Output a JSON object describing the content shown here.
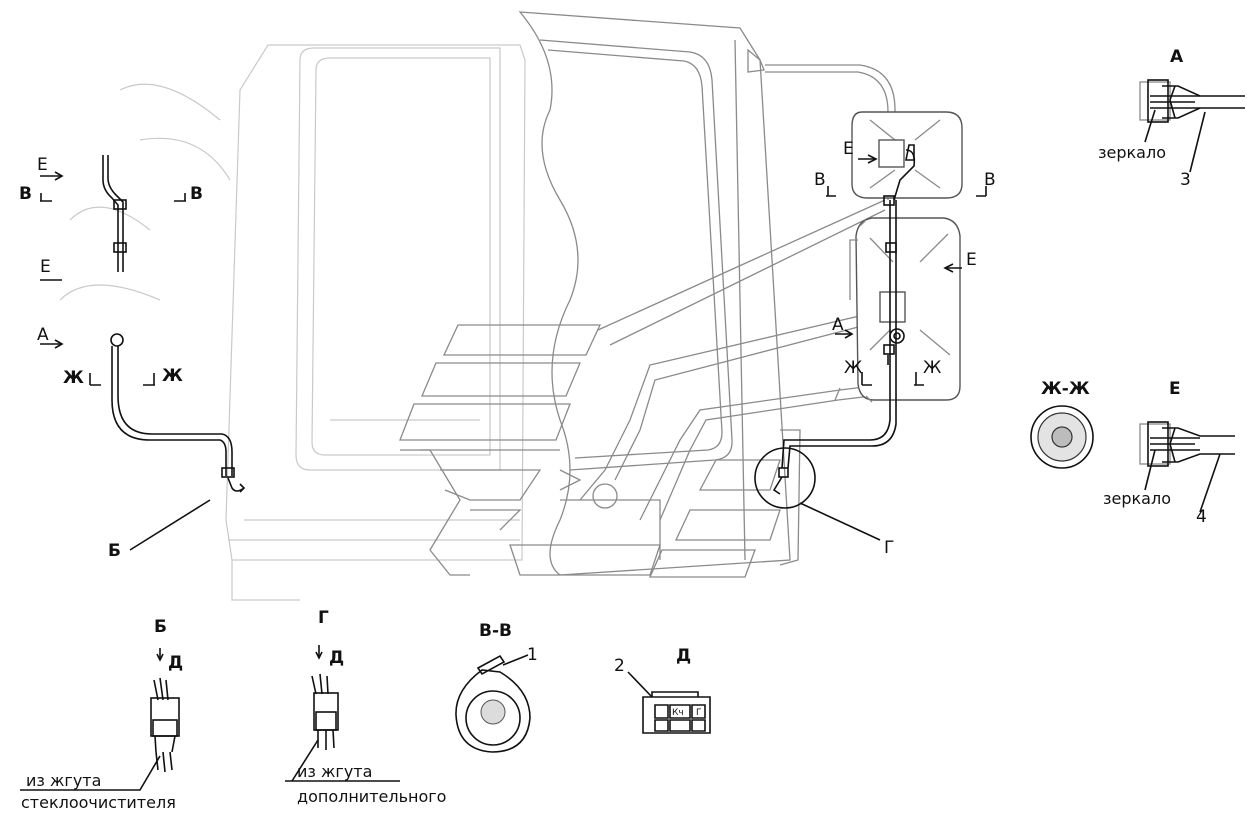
{
  "labels": {
    "left": {
      "E_top": "Е",
      "V_left": "В",
      "V_right": "В",
      "E_mid": "Е",
      "A": "А",
      "Zh_left": "Ж",
      "Zh_right": "Ж",
      "B_callout": "Б"
    },
    "right": {
      "E_top": "Е",
      "V_left": "В",
      "V_right": "В",
      "E_mid": "Е",
      "A": "А",
      "Zh_left": "Ж",
      "Zh_right": "Ж",
      "G_callout": "Г"
    },
    "view_A": {
      "title": "А",
      "text": "зеркало",
      "number": "3"
    },
    "view_ZhZh": {
      "title": "Ж-Ж"
    },
    "view_E": {
      "title": "Е",
      "text": "зеркало",
      "number": "4"
    },
    "view_B": {
      "title": "Б",
      "arrow_label": "Д",
      "caption_line1": "из жгута",
      "caption_line2": "стеклоочистителя"
    },
    "view_G": {
      "title": "Г",
      "arrow_label": "Д",
      "caption_line1": "из жгута",
      "caption_line2": "дополнительного"
    },
    "view_VV": {
      "title": "В-В",
      "number": "1"
    },
    "view_D": {
      "title": "Д",
      "number": "2",
      "cell1": "Кч",
      "cell2": "Г"
    }
  }
}
